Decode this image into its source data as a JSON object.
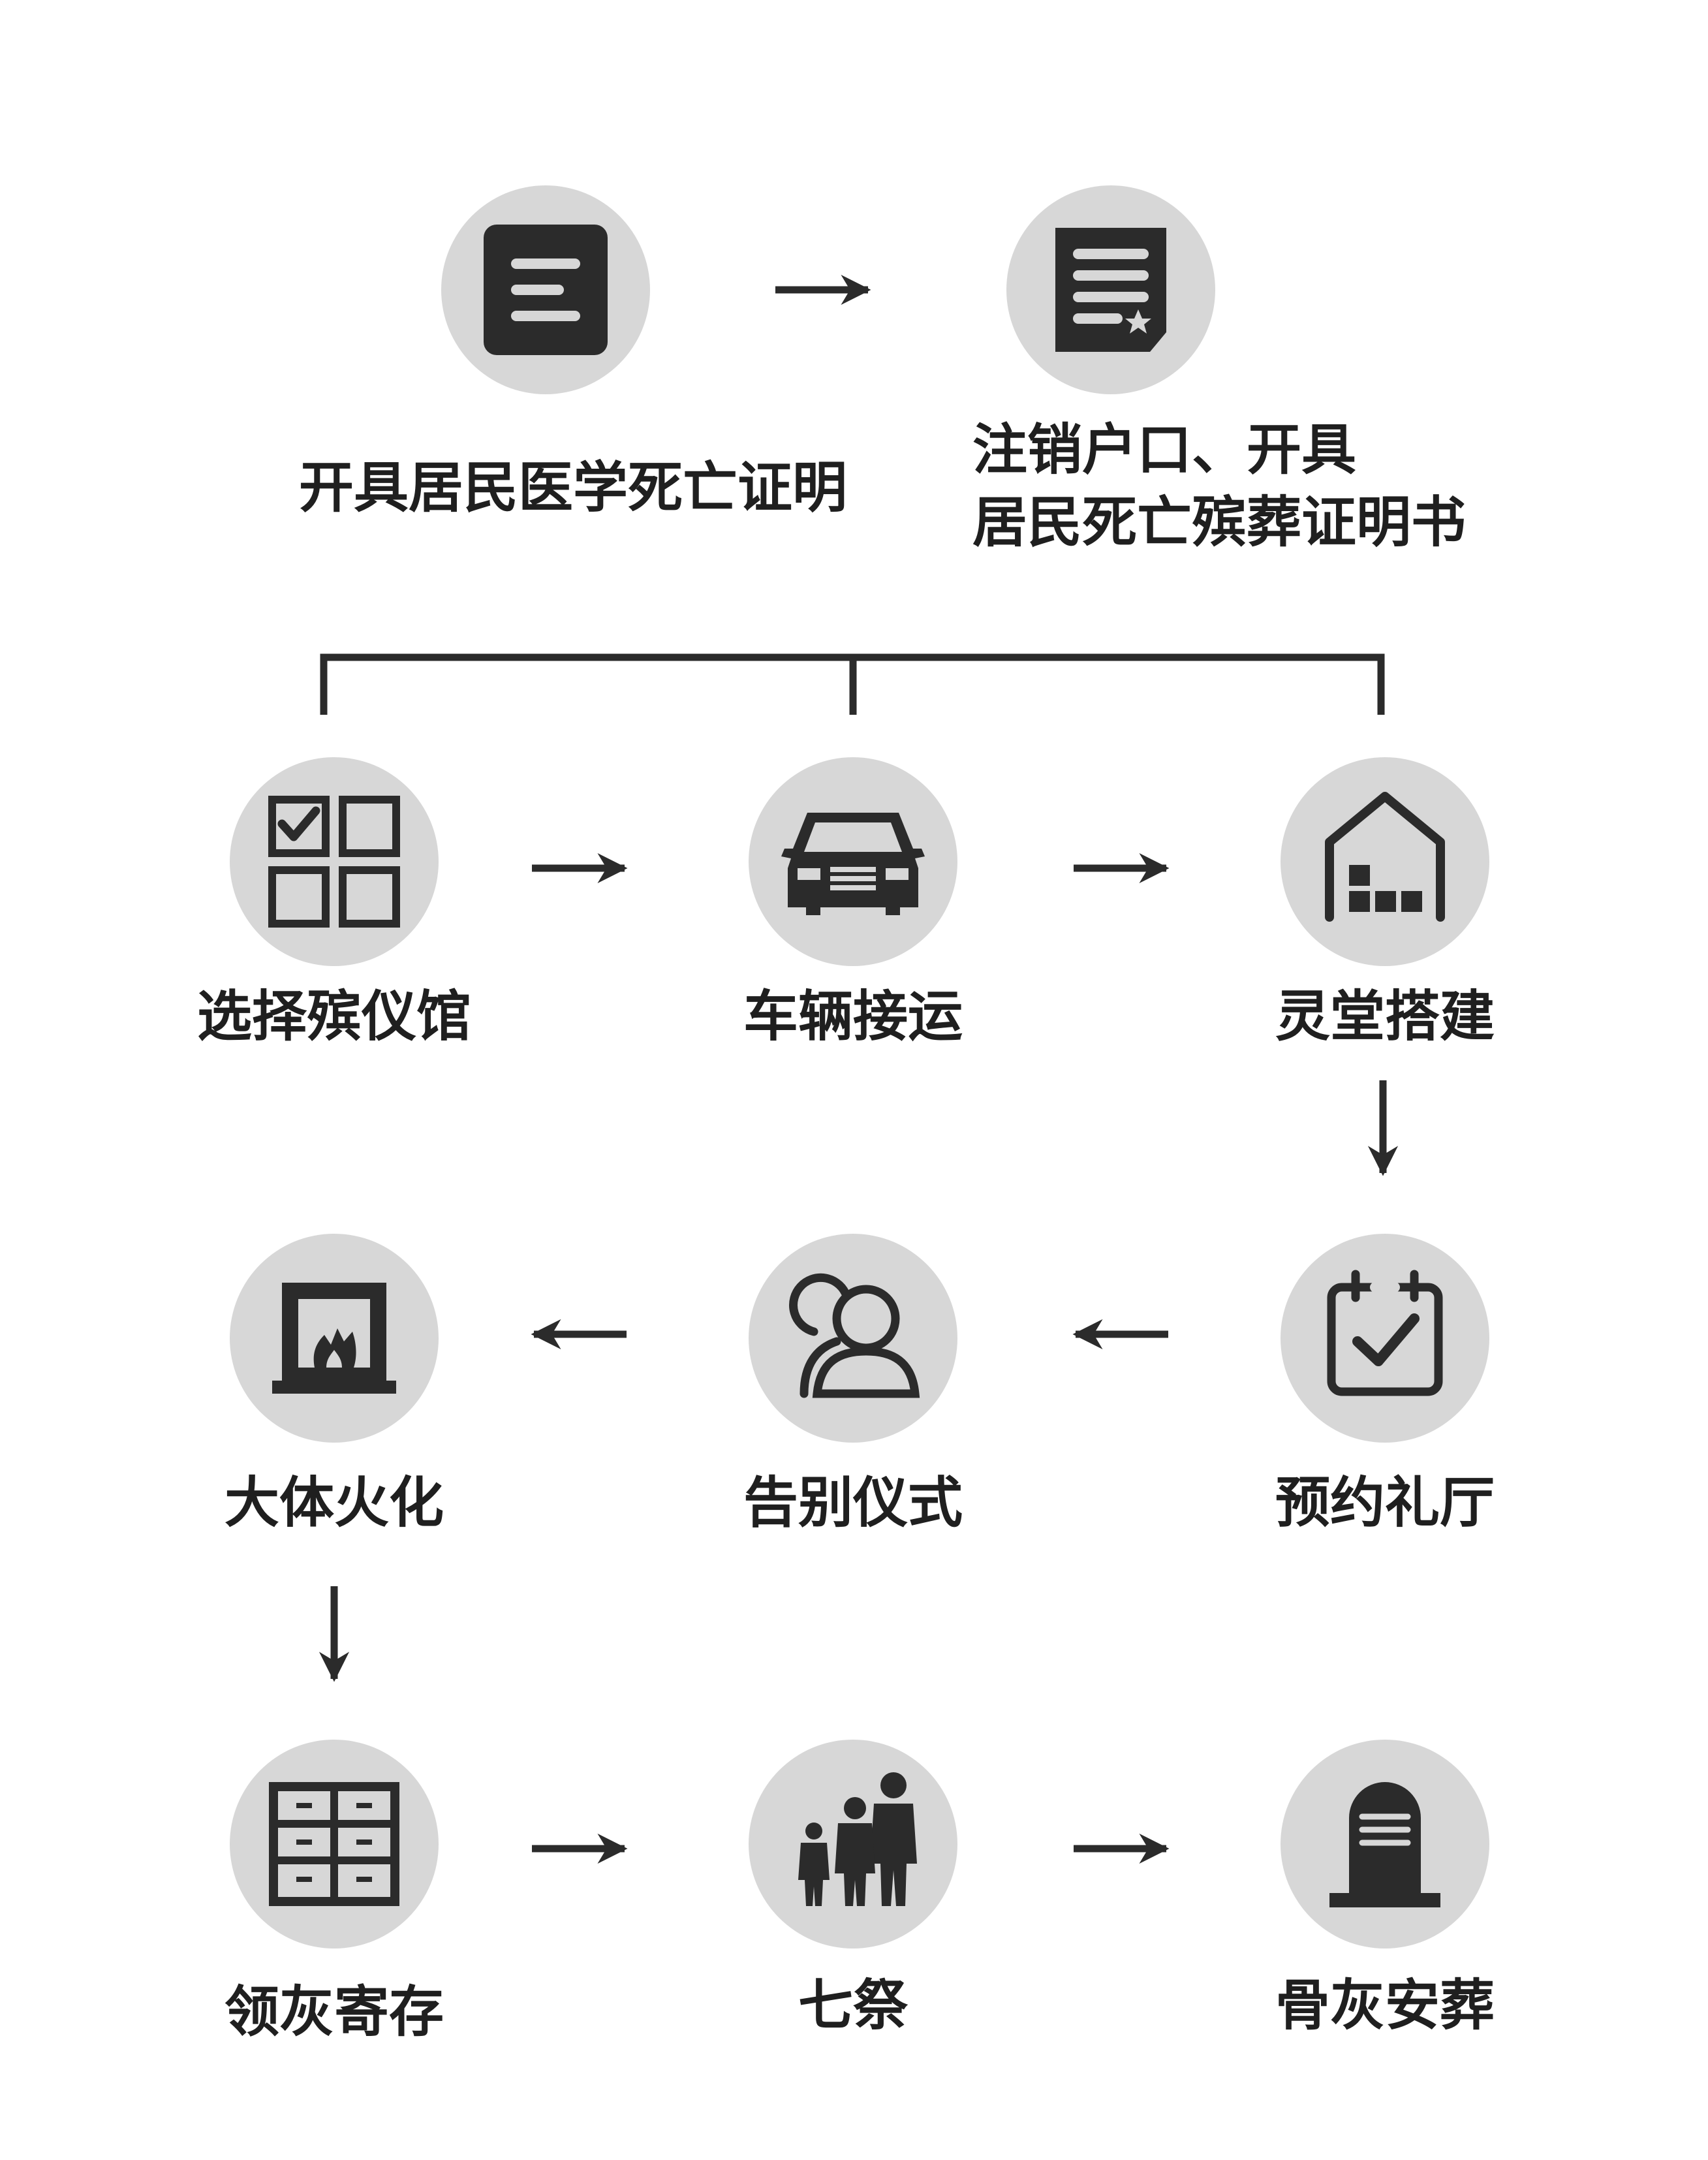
{
  "diagram": {
    "colors": {
      "circle_fill": "#d7d7d7",
      "icon_dark": "#2b2b2b",
      "line": "#2b2b2b",
      "text": "#1f1f1f"
    },
    "nodes": [
      {
        "id": "n1",
        "label": "开具居民医学死亡证明",
        "icon": "document-icon"
      },
      {
        "id": "n2",
        "label_line1": "注销户口、开具",
        "label_line2": "居民死亡殡葬证明书",
        "icon": "certificate-icon"
      },
      {
        "id": "n3",
        "label": "选择殡仪馆",
        "icon": "checklist-grid-icon"
      },
      {
        "id": "n4",
        "label": "车辆接运",
        "icon": "car-icon"
      },
      {
        "id": "n5",
        "label": "灵堂搭建",
        "icon": "house-icon"
      },
      {
        "id": "n6",
        "label": "预约礼厅",
        "icon": "calendar-check-icon"
      },
      {
        "id": "n7",
        "label": "告别仪式",
        "icon": "people-icon"
      },
      {
        "id": "n8",
        "label": "大体火化",
        "icon": "furnace-icon"
      },
      {
        "id": "n9",
        "label": "领灰寄存",
        "icon": "cabinet-icon"
      },
      {
        "id": "n10",
        "label": "七祭",
        "icon": "family-icon"
      },
      {
        "id": "n11",
        "label": "骨灰安葬",
        "icon": "tombstone-icon"
      }
    ],
    "edges": [
      {
        "from": "n1",
        "to": "n2"
      },
      {
        "from": "n2",
        "to": "n3"
      },
      {
        "from": "n2",
        "to": "n4"
      },
      {
        "from": "n2",
        "to": "n5"
      },
      {
        "from": "n3",
        "to": "n4"
      },
      {
        "from": "n4",
        "to": "n5"
      },
      {
        "from": "n5",
        "to": "n6"
      },
      {
        "from": "n6",
        "to": "n7"
      },
      {
        "from": "n7",
        "to": "n8"
      },
      {
        "from": "n8",
        "to": "n9"
      },
      {
        "from": "n9",
        "to": "n10"
      },
      {
        "from": "n10",
        "to": "n11"
      }
    ]
  }
}
